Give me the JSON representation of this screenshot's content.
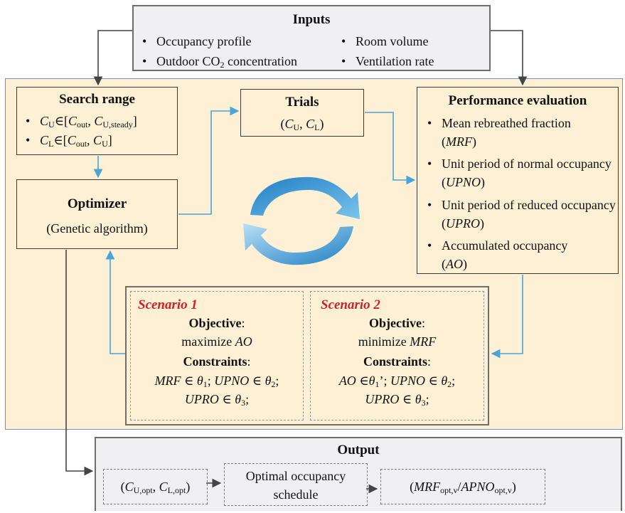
{
  "inputs": {
    "title": "Inputs",
    "items": [
      "Occupancy profile",
      "Room volume",
      "Outdoor CO",
      "2",
      " concentration",
      "Ventilation rate"
    ]
  },
  "search_range": {
    "title": "Search range",
    "lines": [
      "C",
      "U",
      "∈[",
      "C",
      "out",
      ", ",
      "C",
      "U,steady",
      "]",
      "C",
      "L",
      "∈[",
      "C",
      "out",
      ", ",
      "C",
      "U",
      "]"
    ]
  },
  "trials": {
    "title": "Trials",
    "expr": [
      "(",
      "C",
      "U",
      ", ",
      "C",
      "L",
      ")"
    ]
  },
  "performance": {
    "title": "Performance evaluation",
    "items": [
      {
        "text": "Mean rebreathed fraction",
        "abbr": "MRF"
      },
      {
        "text": "Unit period of normal occupancy",
        "abbr": "UPNO"
      },
      {
        "text": "Unit period of reduced occupancy",
        "abbr": "UPRO"
      },
      {
        "text": "Accumulated occupancy",
        "abbr": "AO"
      }
    ]
  },
  "optimizer": {
    "title": "Optimizer",
    "subtitle": "(Genetic algorithm)"
  },
  "scenario1": {
    "title": "Scenario 1",
    "objective_label": "Objective",
    "objective_verb": "maximize",
    "objective_target": "AO",
    "constraints_label": "Constraints",
    "c1": "MRF",
    "c1_sym": "θ",
    "c1_sub": "1",
    "c2": "UPNO",
    "c2_sym": "θ",
    "c2_sub": "2",
    "c3": "UPRO",
    "c3_sym": "θ",
    "c3_sub": "3"
  },
  "scenario2": {
    "title": "Scenario 2",
    "objective_label": "Objective",
    "objective_verb": "minimize",
    "objective_target": "MRF",
    "constraints_label": "Constraints",
    "c1": "AO",
    "c1_sym": "θ",
    "c1_sub": "1",
    "c1_prime": "’",
    "c2": "UPNO",
    "c2_sym": "θ",
    "c2_sub": "2",
    "c3": "UPRO",
    "c3_sym": "θ",
    "c3_sub": "3"
  },
  "output": {
    "title": "Output",
    "box1": [
      "(",
      "C",
      "U,opt",
      ", ",
      "C",
      "L,opt",
      ")"
    ],
    "box2_line1": "Optimal occupancy",
    "box2_line2": "schedule",
    "box3": [
      "(",
      "MRF",
      "opt,v",
      "/",
      "APNO",
      "opt,v",
      ")"
    ]
  },
  "colors": {
    "accent_blue": "#4ba3d8",
    "cycle_blue": "#2e8fd0",
    "scenario_red": "#d0202a",
    "panel_cream": "#fdf0d4",
    "panel_grey": "#f0f0f2"
  }
}
